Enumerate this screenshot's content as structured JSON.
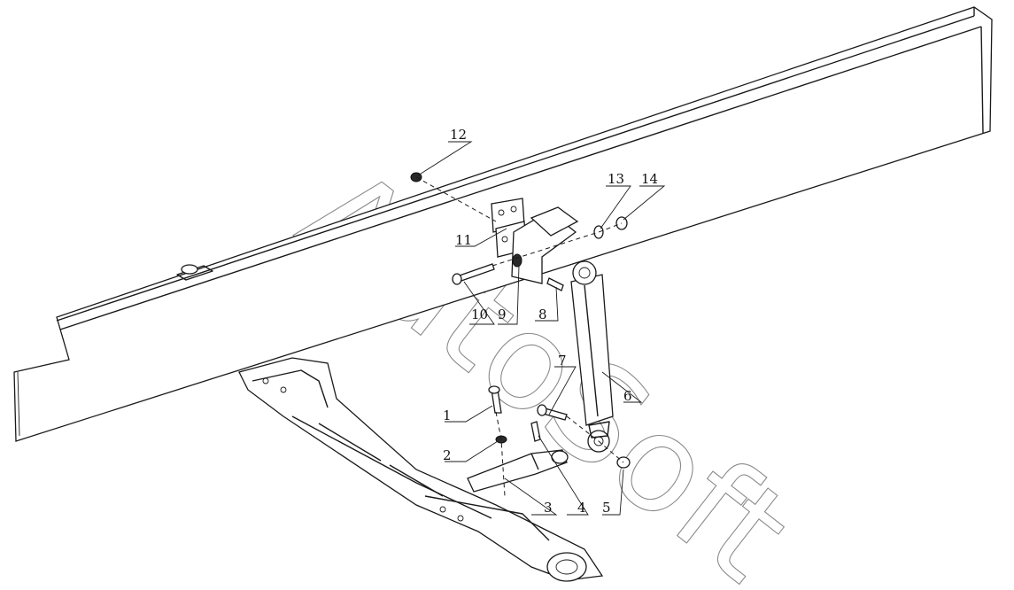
{
  "watermark": {
    "text": "AutoSoft"
  },
  "callouts": [
    {
      "label": "1"
    },
    {
      "label": "2"
    },
    {
      "label": "3"
    },
    {
      "label": "4"
    },
    {
      "label": "5"
    },
    {
      "label": "6"
    },
    {
      "label": "7"
    },
    {
      "label": "8"
    },
    {
      "label": "9"
    },
    {
      "label": "10"
    },
    {
      "label": "11"
    },
    {
      "label": "12"
    },
    {
      "label": "13"
    },
    {
      "label": "14"
    }
  ]
}
